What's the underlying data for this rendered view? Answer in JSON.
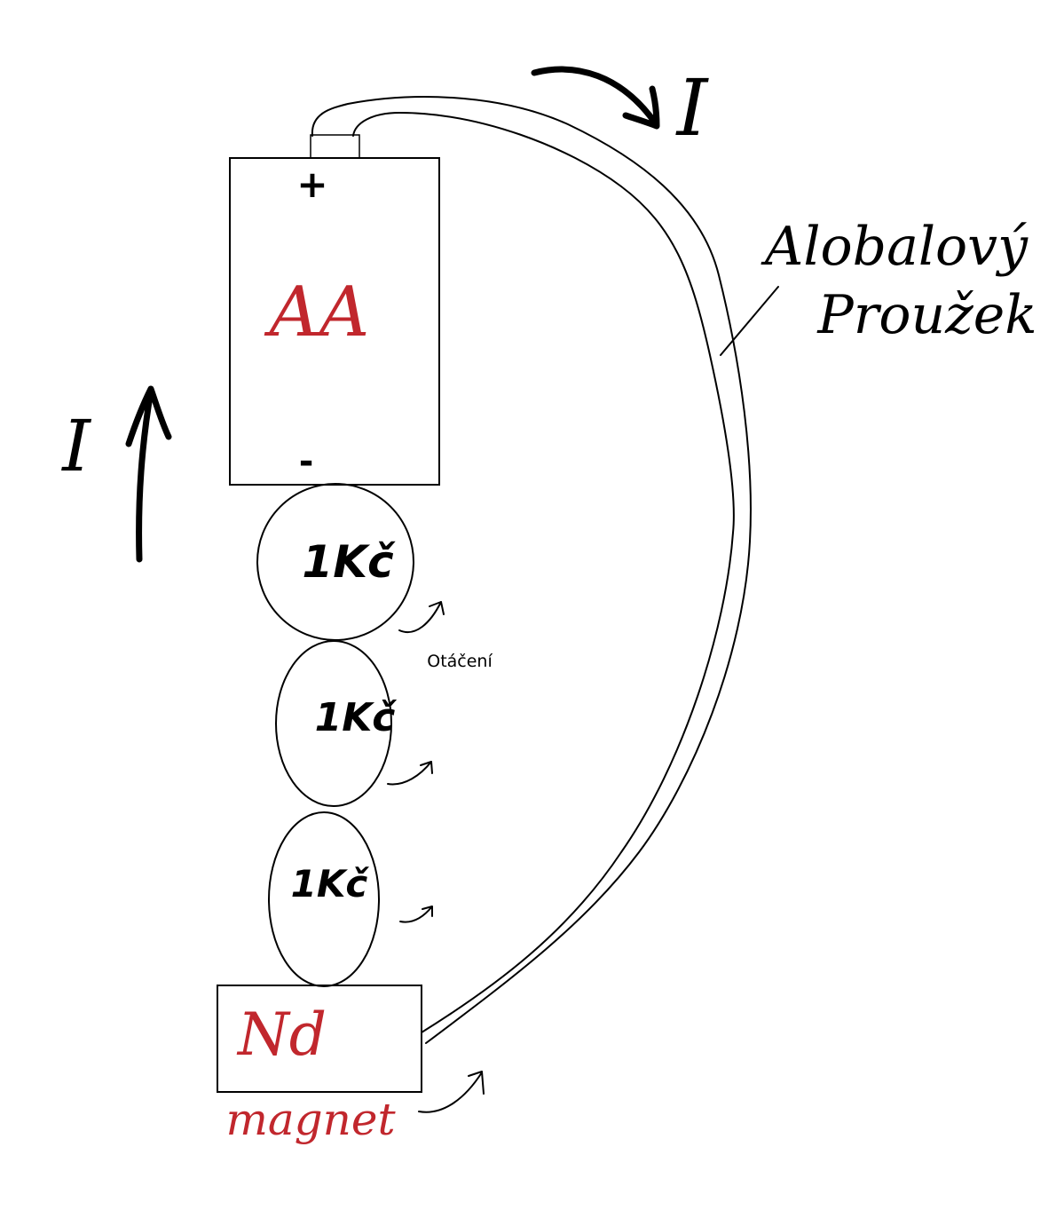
{
  "battery": {
    "label": "AA",
    "plus": "+",
    "minus": "-"
  },
  "coins": [
    {
      "label": "1Kč"
    },
    {
      "label": "1Kč"
    },
    {
      "label": "1Kč"
    }
  ],
  "magnet": {
    "label": "Nd",
    "caption": "magnet"
  },
  "foil": {
    "label_line1": "Alobalový",
    "label_line2": "Proužek"
  },
  "current": {
    "symbol_left": "I",
    "symbol_top": "I"
  },
  "rotation": {
    "label": "Otáčení"
  },
  "colors": {
    "ink": "#000000",
    "accent": "#c1272d"
  }
}
